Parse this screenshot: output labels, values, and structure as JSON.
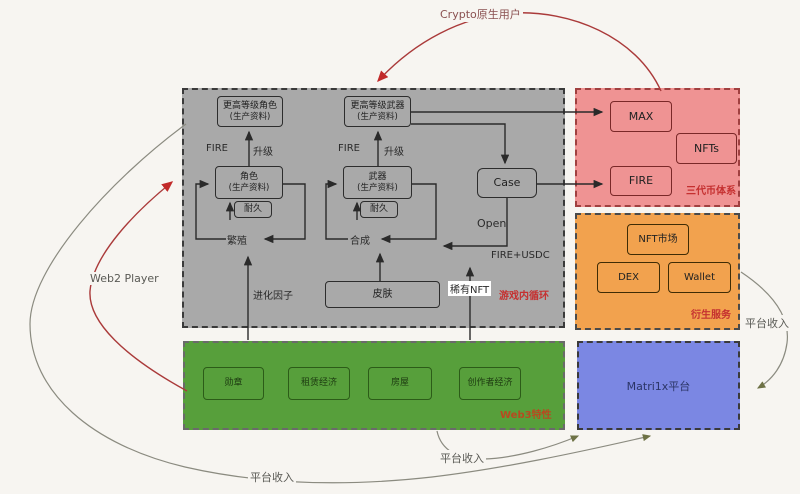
{
  "labels": {
    "crypto_users": "Crypto原生用户",
    "web2_player": "Web2 Player",
    "platform_income_right": "平台收入",
    "platform_income_mid": "平台收入",
    "platform_income_bottom": "平台收入"
  },
  "game_loop": {
    "region_label": "游戏内循环",
    "higher_role": "更高等级角色",
    "higher_role_sub": "(生产资料)",
    "higher_weapon": "更高等级武器",
    "higher_weapon_sub": "(生产资料)",
    "fire_left": "FIRE",
    "upgrade_left": "升级",
    "fire_right": "FIRE",
    "upgrade_right": "升级",
    "role": "角色",
    "role_sub": "(生产资料)",
    "weapon": "武器",
    "weapon_sub": "(生产资料)",
    "durability_left": "耐久",
    "durability_right": "耐久",
    "breed": "繁殖",
    "synthesize": "合成",
    "case_box": "Case",
    "open": "Open",
    "fire_usdc": "FIRE+USDC",
    "evolution_factor": "进化因子",
    "skin": "皮肤",
    "rare_nft": "稀有NFT"
  },
  "token_system": {
    "region_label": "三代币体系",
    "max": "MAX",
    "nfts": "NFTs",
    "fire": "FIRE"
  },
  "derivative_services": {
    "region_label": "衍生服务",
    "nft_market": "NFT市场",
    "dex": "DEX",
    "wallet": "Wallet"
  },
  "web3_features": {
    "region_label": "Web3特性",
    "items": [
      "勋章",
      "租赁经济",
      "房屋",
      "创作者经济"
    ]
  },
  "platform": {
    "label": "Matri1x平台"
  },
  "colors": {
    "game_loop_bg": "#a9a9a9",
    "token_system_bg": "#ef9393",
    "derivative_bg": "#f2a24e",
    "web3_bg": "#579f3b",
    "platform_bg": "#7b87e3",
    "red_label": "#c53030",
    "red_line": "#aa3a3a",
    "gray_line": "#8b8b80"
  }
}
